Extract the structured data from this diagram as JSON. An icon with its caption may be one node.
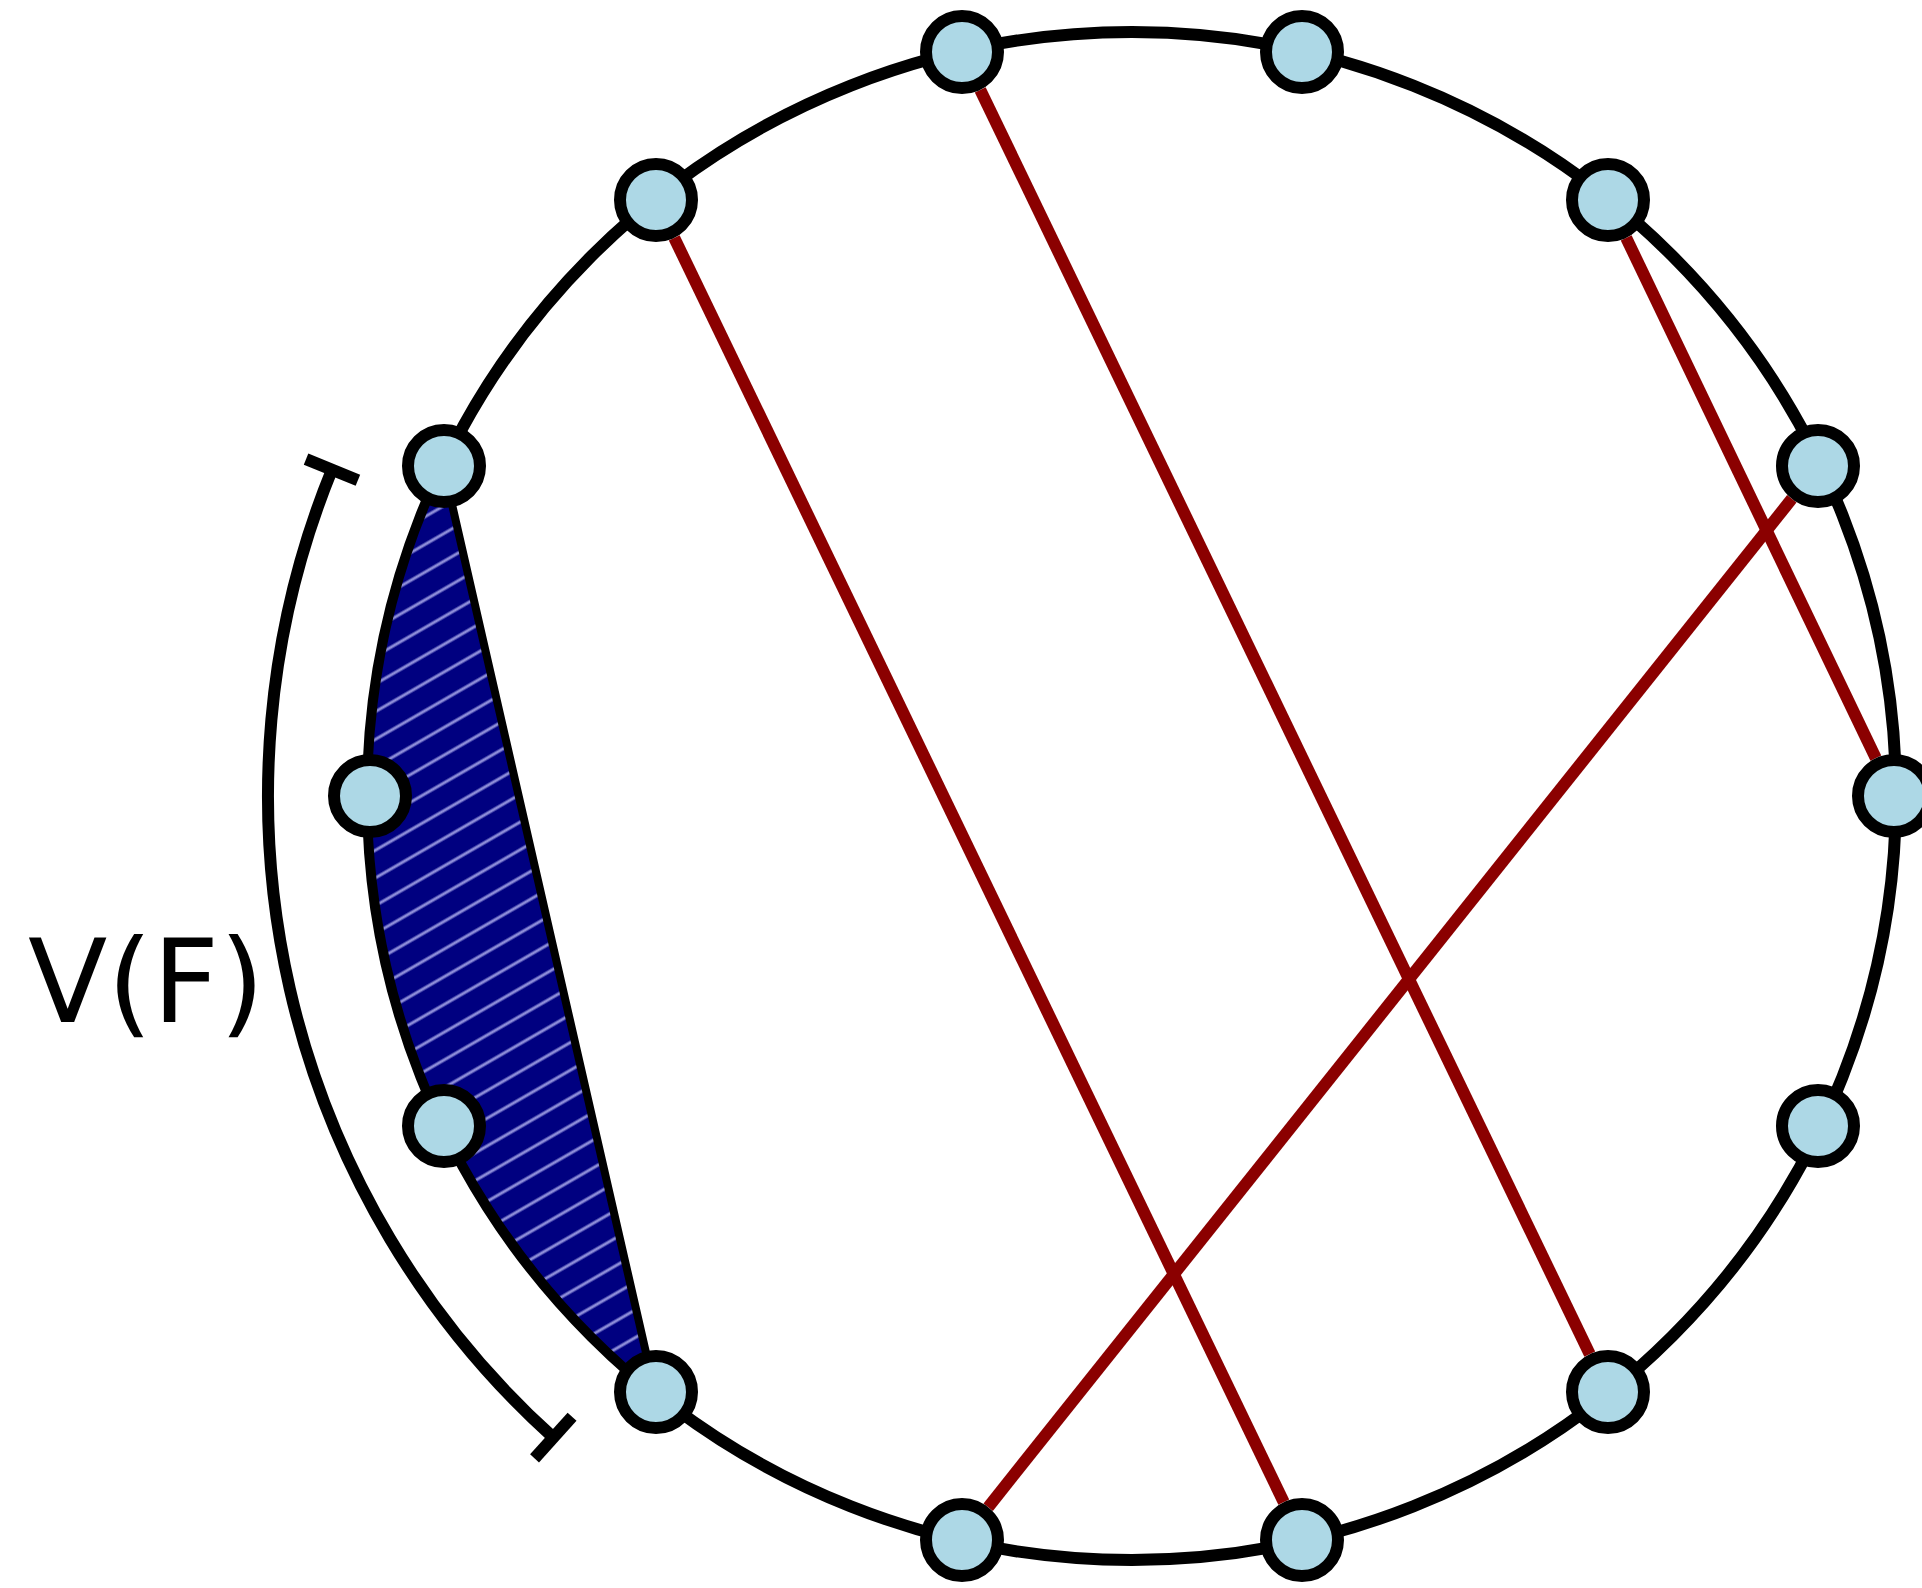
{
  "diagram": {
    "nodes": [
      {
        "text": [],
        "shape": "circle"
      },
      {
        "text": [],
        "shape": "circle"
      },
      {
        "text": [],
        "shape": "circle"
      },
      {
        "text": [],
        "shape": "circle"
      },
      {
        "text": [],
        "shape": "circle"
      },
      {
        "text": [],
        "shape": "circle"
      },
      {
        "text": [],
        "shape": "circle"
      },
      {
        "text": [],
        "shape": "circle"
      },
      {
        "text": [],
        "shape": "circle"
      },
      {
        "text": [],
        "shape": "circle"
      },
      {
        "text": [],
        "shape": "circle"
      },
      {
        "text": [],
        "shape": "circle"
      },
      {
        "text": [],
        "shape": "circle"
      },
      {
        "text": [],
        "shape": "circle"
      }
    ],
    "edges": [
      {
        "from": 0,
        "to": 11,
        "arrow": "none"
      },
      {
        "from": 2,
        "to": 13,
        "arrow": "none"
      },
      {
        "from": 3,
        "to": 7,
        "arrow": "none"
      },
      {
        "from": 5,
        "to": 12,
        "arrow": "none"
      }
    ],
    "labels": [
      "V(F)"
    ]
  }
}
